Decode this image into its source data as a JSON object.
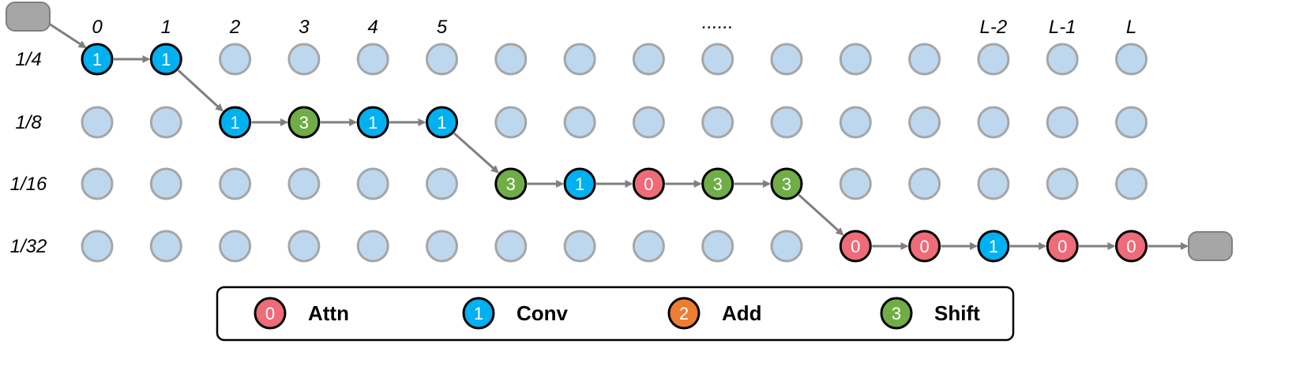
{
  "columns": [
    "0",
    "1",
    "2",
    "3",
    "4",
    "5",
    "",
    "",
    "",
    "",
    "",
    "",
    "",
    "L-2",
    "L-1",
    "L"
  ],
  "ellipsis": "......",
  "rows": [
    "1/4",
    "1/8",
    "1/16",
    "1/32"
  ],
  "colors": {
    "inactive_fill": "#bdd7ee",
    "inactive_stroke": "#a6a6a6",
    "active_stroke": "#000000",
    "arrow": "#7f7f7f",
    "terminal_fill": "#a6a6a6",
    "legend_border": "#000000"
  },
  "ops": [
    {
      "id": 0,
      "label": "0",
      "name": "Attn",
      "color": "#ee6b77"
    },
    {
      "id": 1,
      "label": "1",
      "name": "Conv",
      "color": "#00b0f0"
    },
    {
      "id": 2,
      "label": "2",
      "name": "Add",
      "color": "#ed7d31"
    },
    {
      "id": 3,
      "label": "3",
      "name": "Shift",
      "color": "#70ad47"
    }
  ],
  "path": [
    {
      "col": 0,
      "row": 0,
      "op": 1
    },
    {
      "col": 1,
      "row": 0,
      "op": 1
    },
    {
      "col": 2,
      "row": 1,
      "op": 1
    },
    {
      "col": 3,
      "row": 1,
      "op": 3
    },
    {
      "col": 4,
      "row": 1,
      "op": 1
    },
    {
      "col": 5,
      "row": 1,
      "op": 1
    },
    {
      "col": 6,
      "row": 2,
      "op": 3
    },
    {
      "col": 7,
      "row": 2,
      "op": 1
    },
    {
      "col": 8,
      "row": 2,
      "op": 0
    },
    {
      "col": 9,
      "row": 2,
      "op": 3
    },
    {
      "col": 10,
      "row": 2,
      "op": 3
    },
    {
      "col": 11,
      "row": 3,
      "op": 0
    },
    {
      "col": 12,
      "row": 3,
      "op": 0
    },
    {
      "col": 13,
      "row": 3,
      "op": 1
    },
    {
      "col": 14,
      "row": 3,
      "op": 0
    },
    {
      "col": 15,
      "row": 3,
      "op": 0
    }
  ]
}
